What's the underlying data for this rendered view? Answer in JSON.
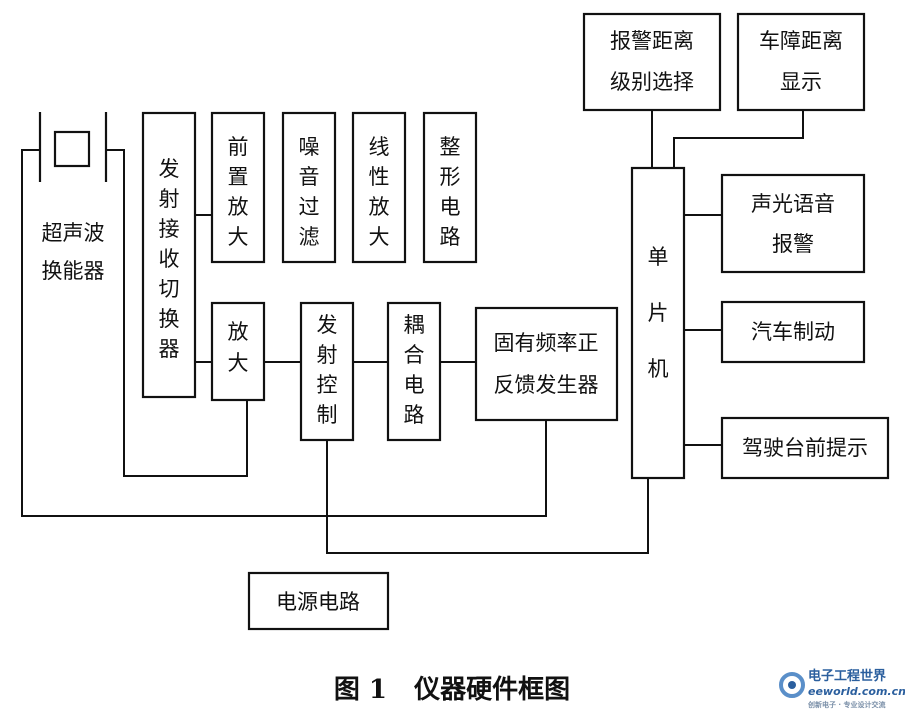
{
  "blocks": {
    "transducer": "超声波换能器",
    "tx_rx_switch": "发射接收切换器",
    "preamp": "前置放大",
    "noise_filter": "噪音过滤",
    "linear_amp": "线性放大",
    "shaping": "整形电路",
    "amp": "放大",
    "tx_control": "发射控制",
    "coupling": "耦合电路",
    "oscillator_line1": "固有频率正",
    "oscillator_line2": "反馈发生器",
    "mcu": "单片机",
    "alarm_select_line1": "报警距离",
    "alarm_select_line2": "级别选择",
    "fault_display_line1": "车障距离",
    "fault_display_line2": "显示",
    "audio_alarm_line1": "声光语音",
    "audio_alarm_line2": "报警",
    "braking": "汽车制动",
    "dashboard": "驾驶台前提示",
    "power": "电源电路"
  },
  "caption": "图 1   仪器硬件框图",
  "watermark": {
    "brand": "电子工程世界",
    "url": "eeworld.com.cn",
    "sub": "创新电子 · 专业设计交流"
  }
}
